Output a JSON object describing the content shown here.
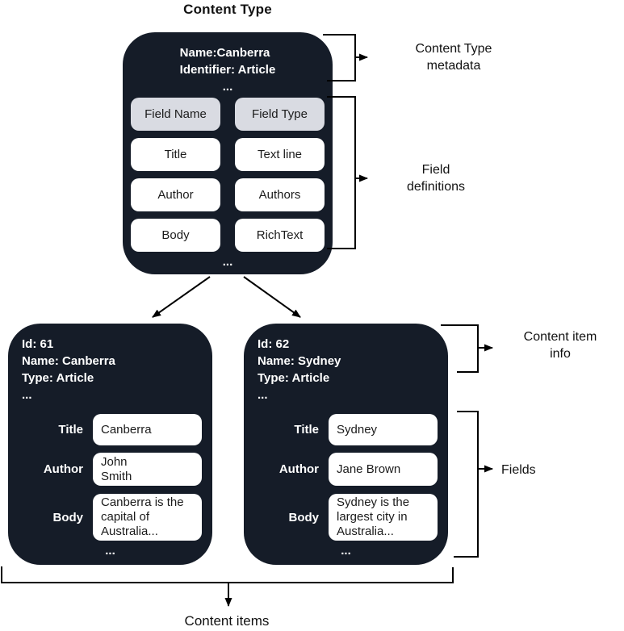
{
  "title": "Content Type",
  "colors": {
    "box_background": "#151c28",
    "header_cell_background": "#d9dbe2",
    "cell_background": "#ffffff",
    "connector_line": "#000000"
  },
  "content_type": {
    "name_line": "Name:Canberra",
    "identifier_line": "Identifier: Article",
    "ellipsis": "...",
    "table": {
      "header": [
        "Field Name",
        "Field Type"
      ],
      "rows": [
        [
          "Title",
          "Text line"
        ],
        [
          "Author",
          "Authors"
        ],
        [
          "Body",
          "RichText"
        ]
      ]
    },
    "footer_ellipsis": "..."
  },
  "items": [
    {
      "id_line": "Id: 61",
      "name_line": "Name: Canberra",
      "type_line": "Type: Article",
      "ellipsis": "...",
      "fields": [
        {
          "label": "Title",
          "value": "Canberra"
        },
        {
          "label": "Author",
          "value": "John\nSmith"
        },
        {
          "label": "Body",
          "value": "Canberra is the capital of Australia..."
        }
      ],
      "footer_ellipsis": "..."
    },
    {
      "id_line": "Id: 62",
      "name_line": "Name: Sydney",
      "type_line": "Type: Article",
      "ellipsis": "...",
      "fields": [
        {
          "label": "Title",
          "value": "Sydney"
        },
        {
          "label": "Author",
          "value": "Jane Brown"
        },
        {
          "label": "Body",
          "value": "Sydney is the largest city in Australia..."
        }
      ],
      "footer_ellipsis": "..."
    }
  ],
  "annotations": {
    "content_type_metadata": {
      "line1": "Content Type",
      "line2": "metadata"
    },
    "field_definitions": {
      "line1": "Field",
      "line2": "definitions"
    },
    "content_item_info": {
      "line1": "Content item",
      "line2": "info"
    },
    "fields": "Fields",
    "content_items": "Content items"
  }
}
